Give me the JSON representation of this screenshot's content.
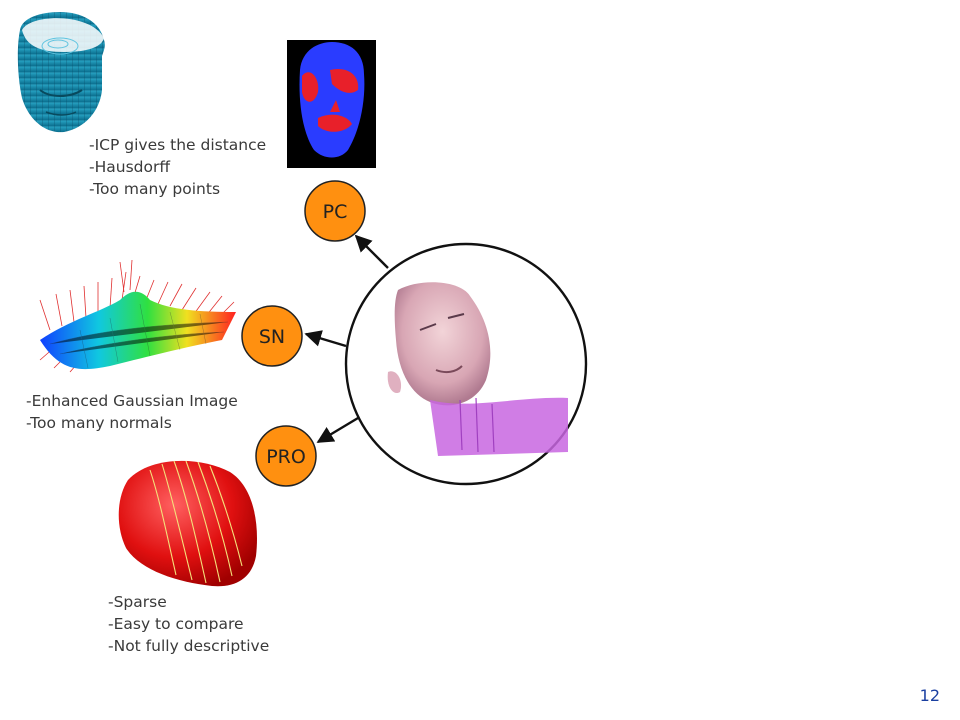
{
  "slide": {
    "page_number": "12"
  },
  "nodes": {
    "pc": {
      "label": "PC",
      "color": "#FF9010"
    },
    "sn": {
      "label": "SN",
      "color": "#FF9010"
    },
    "pro": {
      "label": "PRO",
      "color": "#FF9010"
    }
  },
  "notes": {
    "pc": [
      "-ICP gives the distance",
      "-Hausdorff",
      "-Too many points"
    ],
    "sn": [
      "-Enhanced Gaussian Image",
      "-Too many normals"
    ],
    "pro": [
      "-Sparse",
      "-Easy to compare",
      "-Not fully descriptive"
    ]
  },
  "images": {
    "mesh_face": "mesh-face-image",
    "point_cloud_face": "point-cloud-face-image",
    "normals_surface": "surface-normals-image",
    "profile_face": "profile-face-image",
    "scanned_face": "scanned-face-image"
  },
  "colors": {
    "node_fill": "#FF9010",
    "arrow": "#111111",
    "page_number": "#1A3FA0"
  }
}
